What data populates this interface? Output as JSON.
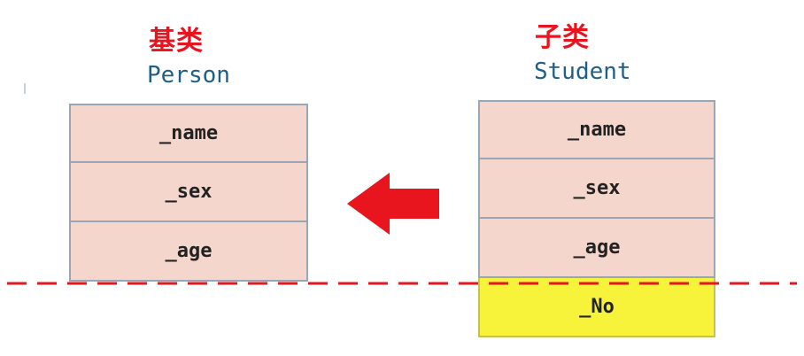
{
  "base_class": {
    "label_cn": "基类",
    "name": "Person",
    "fields": [
      "_name",
      "_sex",
      "_age"
    ]
  },
  "derived_class": {
    "label_cn": "子类",
    "name": "Student",
    "inherited_fields": [
      "_name",
      "_sex",
      "_age"
    ],
    "extra_fields": [
      "_No"
    ]
  },
  "colors": {
    "title_red": "#e8141e",
    "title_blue": "#1f5f86",
    "cell_fill": "#f5d6cc",
    "extra_fill": "#f7f23a",
    "arrow": "#e8141e",
    "dashed_line": "#e8141e"
  }
}
